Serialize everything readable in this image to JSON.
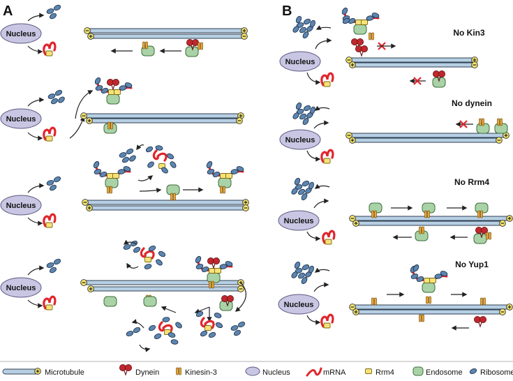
{
  "panels": {
    "A": {
      "letter": "A"
    },
    "B": {
      "letter": "B"
    }
  },
  "nucleus_label": "Nucleus",
  "conditions": [
    {
      "label": "No Kin3"
    },
    {
      "label": "No dynein"
    },
    {
      "label": "No Rrm4"
    },
    {
      "label": "No Yup1"
    }
  ],
  "legend": [
    {
      "label": "Microtubule",
      "icon": "microtubule-icon"
    },
    {
      "label": "Dynein",
      "icon": "dynein-icon"
    },
    {
      "label": "Kinesin-3",
      "icon": "kinesin-icon"
    },
    {
      "label": "Nucleus",
      "icon": "nucleus-icon"
    },
    {
      "label": "mRNA",
      "icon": "mrna-icon"
    },
    {
      "label": "Rrm4",
      "icon": "rrm4-icon"
    },
    {
      "label": "Endosome",
      "icon": "endosome-icon"
    },
    {
      "label": "Ribosome",
      "icon": "ribosome-icon"
    }
  ],
  "colors": {
    "microtubule": "#b7cfe3",
    "dynein": "#c0282d",
    "kinesin": "#e8a53a",
    "nucleus": "#c9c6e3",
    "mrna": "#e0262d",
    "rrm4": "#f7e27a",
    "endosome": "#a9d3a7",
    "ribosome": "#5c86b0",
    "block": "#e0262d"
  }
}
